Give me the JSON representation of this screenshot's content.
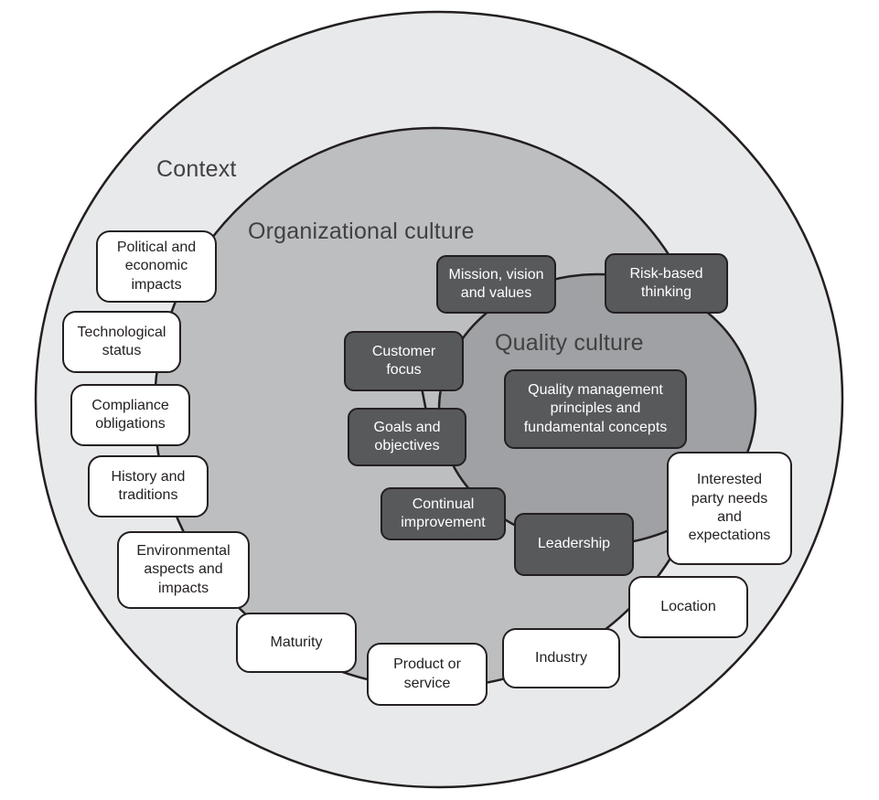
{
  "diagram": {
    "title_rings": {
      "context": "Context",
      "organizational_culture": "Organizational culture",
      "quality_culture": "Quality culture"
    },
    "context_nodes": [
      {
        "id": "political-economic-impacts",
        "label": "Political and\neconomic\nimpacts"
      },
      {
        "id": "technological-status",
        "label": "Technological\nstatus"
      },
      {
        "id": "compliance-obligations",
        "label": "Compliance\nobligations"
      },
      {
        "id": "history-traditions",
        "label": "History and\ntraditions"
      },
      {
        "id": "environmental-aspects-impacts",
        "label": "Environmental\naspects and\nimpacts"
      },
      {
        "id": "maturity",
        "label": "Maturity"
      },
      {
        "id": "product-or-service",
        "label": "Product or\nservice"
      },
      {
        "id": "industry",
        "label": "Industry"
      },
      {
        "id": "location",
        "label": "Location"
      },
      {
        "id": "interested-party-needs",
        "label": "Interested\nparty needs\nand\nexpectations"
      }
    ],
    "quality_nodes": [
      {
        "id": "mission-vision-values",
        "label": "Mission, vision\nand values"
      },
      {
        "id": "risk-based-thinking",
        "label": "Risk-based\nthinking"
      },
      {
        "id": "customer-focus",
        "label": "Customer\nfocus"
      },
      {
        "id": "quality-management-principles",
        "label": "Quality management\nprinciples and\nfundamental concepts"
      },
      {
        "id": "goals-objectives",
        "label": "Goals and\nobjectives"
      },
      {
        "id": "continual-improvement",
        "label": "Continual\nimprovement"
      },
      {
        "id": "leadership",
        "label": "Leadership"
      }
    ],
    "colors": {
      "context_ring_fill": "#e8e9ea",
      "organizational_circle_fill": "#bcbec0",
      "quality_circle_fill": "#9fa1a4",
      "dark_node_fill": "#58595b",
      "white_node_fill": "#ffffff",
      "stroke": "#231f20",
      "label_text": "#414042"
    }
  }
}
